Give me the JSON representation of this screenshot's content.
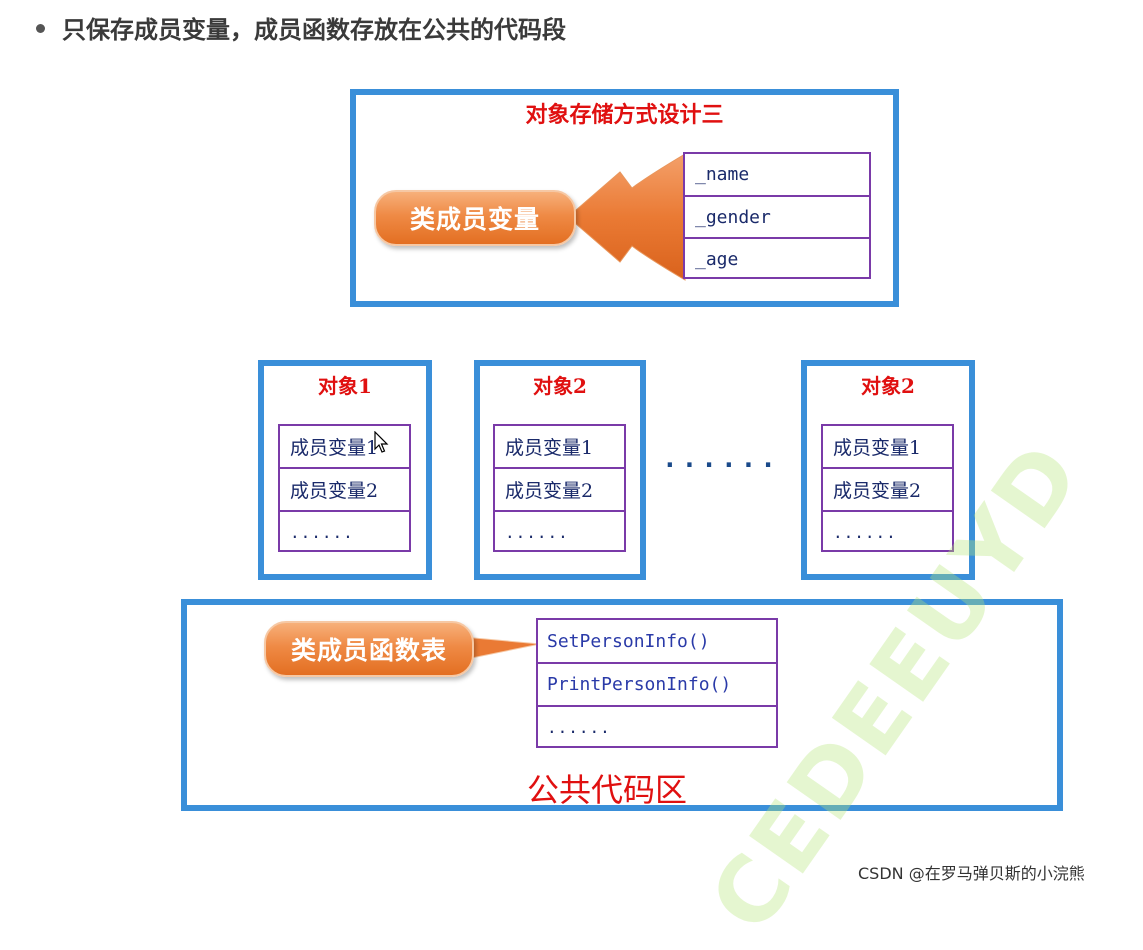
{
  "header": {
    "text": "只保存成员变量，成员函数存放在公共的代码段"
  },
  "storage_design": {
    "title": "对象存储方式设计三",
    "label": "类成员变量",
    "fields": [
      "_name",
      "_gender",
      "_age"
    ]
  },
  "objects": [
    {
      "title": "对象1",
      "rows": [
        "成员变量1",
        "成员变量2",
        "......"
      ]
    },
    {
      "title": "对象2",
      "rows": [
        "成员变量1",
        "成员变量2",
        "......"
      ]
    },
    {
      "title": "对象2",
      "rows": [
        "成员变量1",
        "成员变量2",
        "......"
      ]
    }
  ],
  "ellipsis": "......",
  "code_area": {
    "label": "类成员函数表",
    "functions": [
      "SetPersonInfo()",
      "PrintPersonInfo()",
      "......"
    ],
    "title": "公共代码区"
  },
  "watermark": {
    "csdn": "CSDN @在罗马弹贝斯的小浣熊",
    "diag": "CEDEEUYD"
  },
  "colors": {
    "frame": "#3a8fd9",
    "table": "#7a3aa8",
    "title": "#e01010",
    "pill": "#ef8a45"
  }
}
